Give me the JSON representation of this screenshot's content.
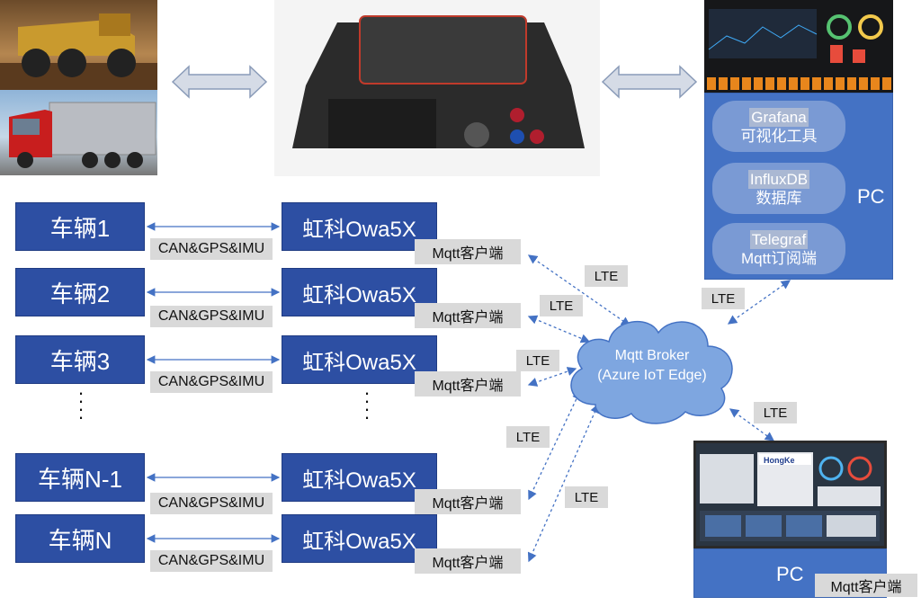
{
  "vehicles": [
    {
      "label": "车辆1"
    },
    {
      "label": "车辆2"
    },
    {
      "label": "车辆3"
    },
    {
      "label": "车辆N-1"
    },
    {
      "label": "车辆N"
    }
  ],
  "device_label": "虹科Owa5X",
  "link_label": "CAN&GPS&IMU",
  "mqtt_client_label": "Mqtt客户端",
  "lte_label": "LTE",
  "broker": {
    "line1": "Mqtt Broker",
    "line2": "(Azure IoT Edge)"
  },
  "pc_top": {
    "label": "PC",
    "grafana": {
      "name": "Grafana",
      "desc": "可视化工具"
    },
    "influx": {
      "name": "InfluxDB",
      "desc": "数据库"
    },
    "telegraf": {
      "name": "Telegraf",
      "desc": "Mqtt订阅端"
    }
  },
  "pc_bottom": {
    "label": "PC",
    "client": "Mqtt客户端",
    "screen_brand": "HongKe"
  },
  "colors": {
    "box_blue": "#2d4fa3",
    "panel_blue": "#4472c4",
    "pill": "#7a9ad4",
    "cloud": "#7ea6e0",
    "arrow": "#4472c4"
  }
}
